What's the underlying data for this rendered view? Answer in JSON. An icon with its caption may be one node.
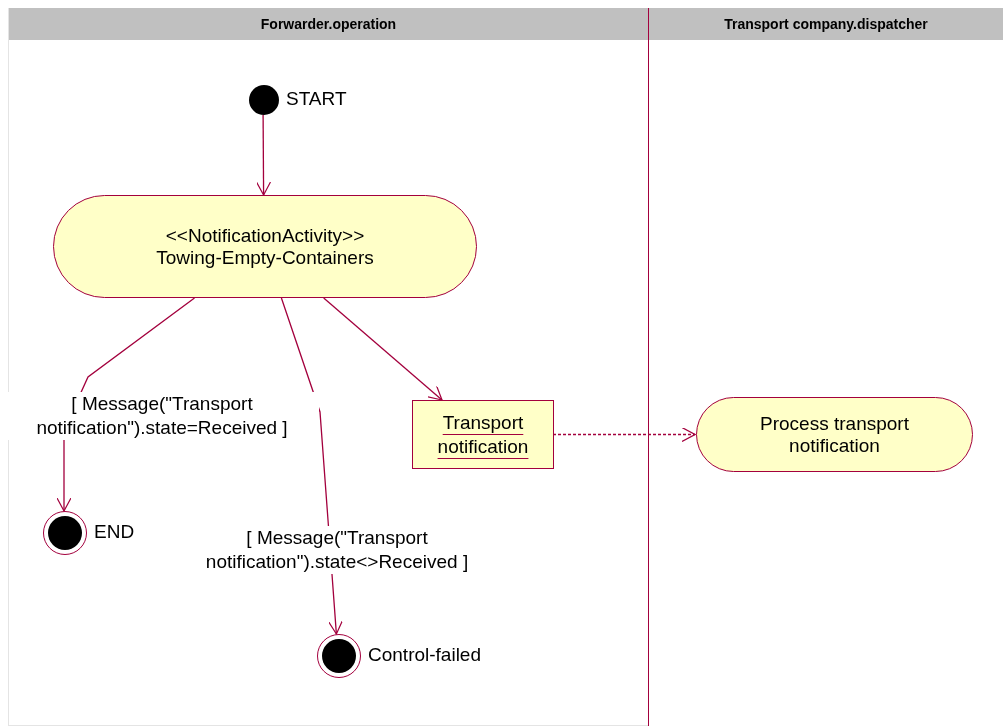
{
  "diagram": {
    "nodes": [
      {
        "text": [
          "Forwarder.operation"
        ]
      },
      {
        "text": [
          "Transport company.dispatcher"
        ]
      },
      {
        "text": [],
        "shape": "circle",
        "beside": [
          "START"
        ],
        "in": 0
      },
      {
        "text": [
          "<<NotificationActivity>>",
          "Towing-Empty-Containers"
        ],
        "in": 0
      },
      {
        "text": [
          "Transport notification"
        ],
        "in": 0
      },
      {
        "text": [
          "Process transport notification"
        ],
        "in": 1
      },
      {
        "text": [],
        "shape": "circle",
        "beside": [
          "END"
        ],
        "in": 0
      },
      {
        "text": [],
        "shape": "circle",
        "beside": [
          "Control-failed"
        ],
        "in": 0
      }
    ],
    "edges": [
      {
        "from": 2,
        "to": 3,
        "arrow": "to"
      },
      {
        "from": 3,
        "to": 6,
        "arrow": "to",
        "label": "[ Message(\"Transport notification\").state=Received ]"
      },
      {
        "from": 3,
        "to": 7,
        "arrow": "to",
        "label": "[ Message(\"Transport notification\").state<>Received ]"
      },
      {
        "from": 3,
        "to": 4,
        "arrow": "to"
      },
      {
        "from": 4,
        "to": 5,
        "arrow": "to",
        "style": "dashed"
      }
    ]
  }
}
